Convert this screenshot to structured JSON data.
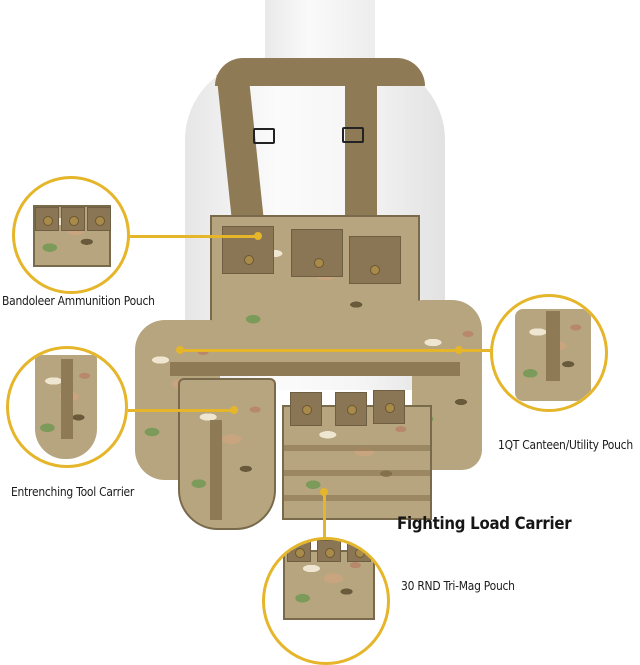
{
  "product": {
    "title": "Fighting Load Carrier",
    "components": [
      {
        "id": "bandoleer",
        "label": "Bandoleer Ammunition Pouch"
      },
      {
        "id": "canteen",
        "label": "1QT Canteen/Utility Pouch"
      },
      {
        "id": "entrenching",
        "label": "Entrenching Tool Carrier"
      },
      {
        "id": "trimag",
        "label": "30 RND Tri-Mag Pouch"
      }
    ]
  },
  "colors": {
    "accent": "#e5b52a",
    "coyote": "#8f7a56",
    "camo_base": "#b7a57f",
    "text": "#1c1c1c"
  }
}
